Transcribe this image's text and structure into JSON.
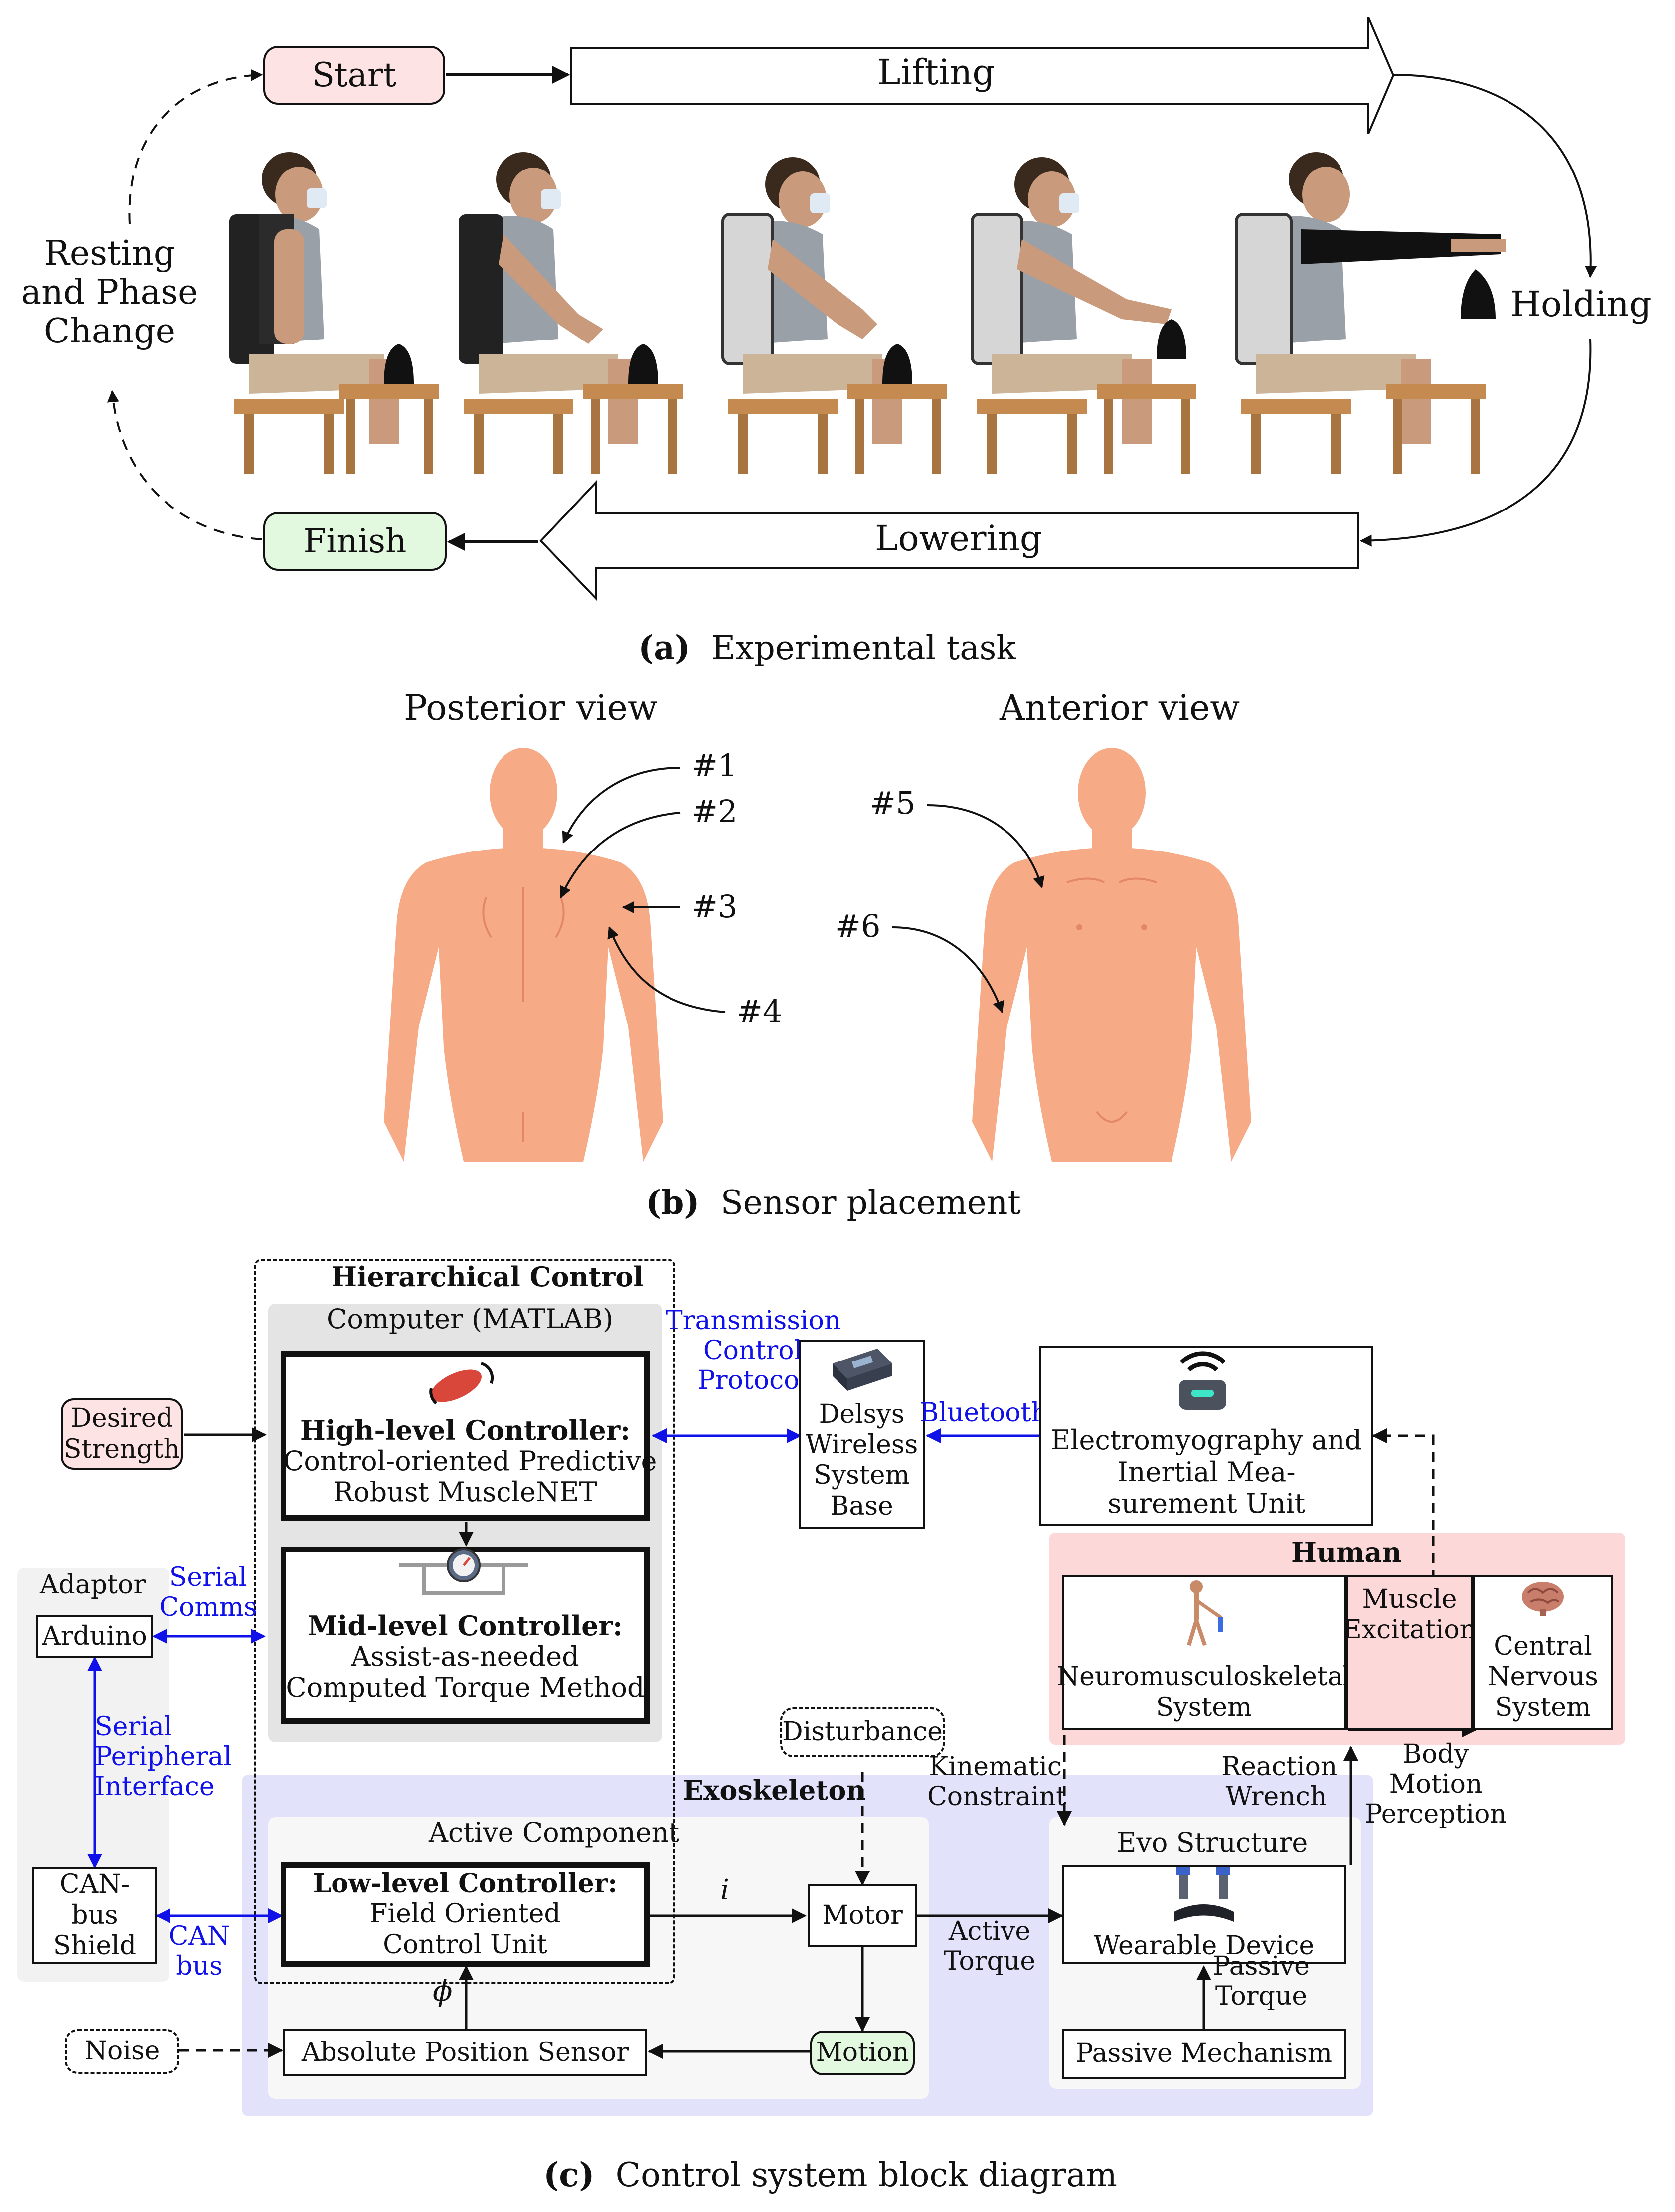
{
  "panel_a": {
    "start": "Start",
    "lifting": "Lifting",
    "holding": "Holding",
    "lowering": "Lowering",
    "finish": "Finish",
    "resting": [
      "Resting",
      "and Phase",
      "Change"
    ],
    "caption_letter": "(a)",
    "caption_text": "Experimental task"
  },
  "panel_b": {
    "posterior": "Posterior view",
    "anterior": "Anterior view",
    "markers": [
      "#1",
      "#2",
      "#3",
      "#4",
      "#5",
      "#6"
    ],
    "caption_letter": "(b)",
    "caption_text": "Sensor placement"
  },
  "panel_c": {
    "hierarchical": "Hierarchical Control",
    "computer": "Computer (MATLAB)",
    "high_title": "High-level Controller:",
    "high_body": [
      "Control-oriented Predictive",
      "Robust MuscleNET"
    ],
    "mid_title": "Mid-level Controller:",
    "mid_body": [
      "Assist-as-needed",
      "Computed Torque Method"
    ],
    "desired": [
      "Desired",
      "Strength"
    ],
    "transmission": [
      "Transmission",
      "Control",
      "Protocol"
    ],
    "delsys": [
      "Delsys",
      "Wireless",
      "System",
      "Base"
    ],
    "bluetooth": "Bluetooth",
    "emg": [
      "Electromyography and",
      "Inertial Mea-",
      "surement Unit"
    ],
    "adaptor": "Adaptor",
    "arduino": "Arduino",
    "serial_comms": [
      "Serial",
      "Comms"
    ],
    "spi": [
      "Serial",
      "Peripheral",
      "Interface"
    ],
    "canbus_shield": [
      "CAN-",
      "bus",
      "Shield"
    ],
    "can_bus": [
      "CAN",
      "bus"
    ],
    "human": "Human",
    "neuro": [
      "Neuromusculoskeletal",
      "System"
    ],
    "muscle": [
      "Muscle",
      "Excitation"
    ],
    "cns": [
      "Central",
      "Nervous",
      "System"
    ],
    "disturbance": "Disturbance",
    "kinematic": [
      "Kinematic",
      "Constraint"
    ],
    "reaction": [
      "Reaction",
      "Wrench"
    ],
    "body_motion": [
      "Body",
      "Motion",
      "Perception"
    ],
    "exoskeleton": "Exoskeleton",
    "active_component": "Active Component",
    "low_title": "Low-level Controller:",
    "low_body": [
      "Field Oriented",
      "Control Unit"
    ],
    "i_label": "i",
    "motor": "Motor",
    "active_torque": [
      "Active",
      "Torque"
    ],
    "evo": "Evo Structure",
    "wearable": "Wearable Device",
    "passive_torque": [
      "Passive",
      "Torque"
    ],
    "passive_mech": "Passive Mechanism",
    "phi": "ϕ",
    "noise": "Noise",
    "abs_sensor": "Absolute Position Sensor",
    "motion": "Motion",
    "caption_letter": "(c)",
    "caption_text": "Control system block diagram"
  },
  "colors": {
    "start_fill": "#fde3e3",
    "finish_fill": "#e2f8df",
    "skin": "#f6ab86",
    "blue_link": "#1010e8",
    "human_bg": "#fcd8d8",
    "exo_bg": "#e2e2fa",
    "computer_bg": "#e4e4e4",
    "component_bg": "#f7f7f7"
  }
}
